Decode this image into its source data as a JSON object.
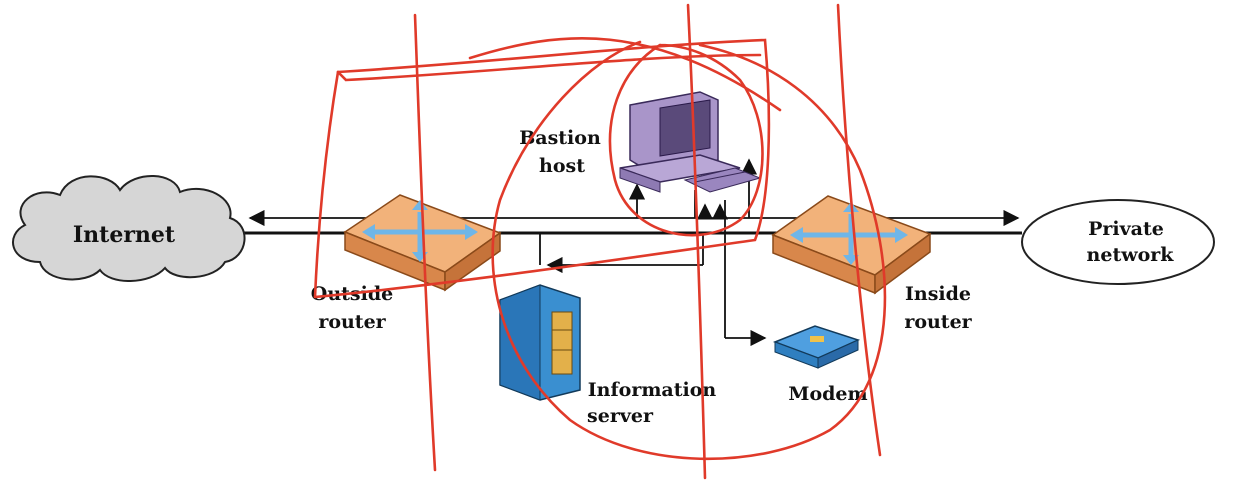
{
  "labels": {
    "internet": "Internet",
    "private_network_1": "Private",
    "private_network_2": "network",
    "bastion_1": "Bastion",
    "bastion_2": "host",
    "outside_router_1": "Outside",
    "outside_router_2": "router",
    "inside_router_1": "Inside",
    "inside_router_2": "router",
    "info_server_1": "Information",
    "info_server_2": "server",
    "modem": "Modem"
  },
  "colors": {
    "line": "#111111",
    "router_top": "#f2b27a",
    "router_side": "#d8874b",
    "router_arrow": "#6fb6e8",
    "cloud_fill": "#d6d6d6",
    "pc_body": "#a995c9",
    "server": "#3a8fd0",
    "modem": "#4f9fe0",
    "pen_annotation": "#e03a2a"
  }
}
